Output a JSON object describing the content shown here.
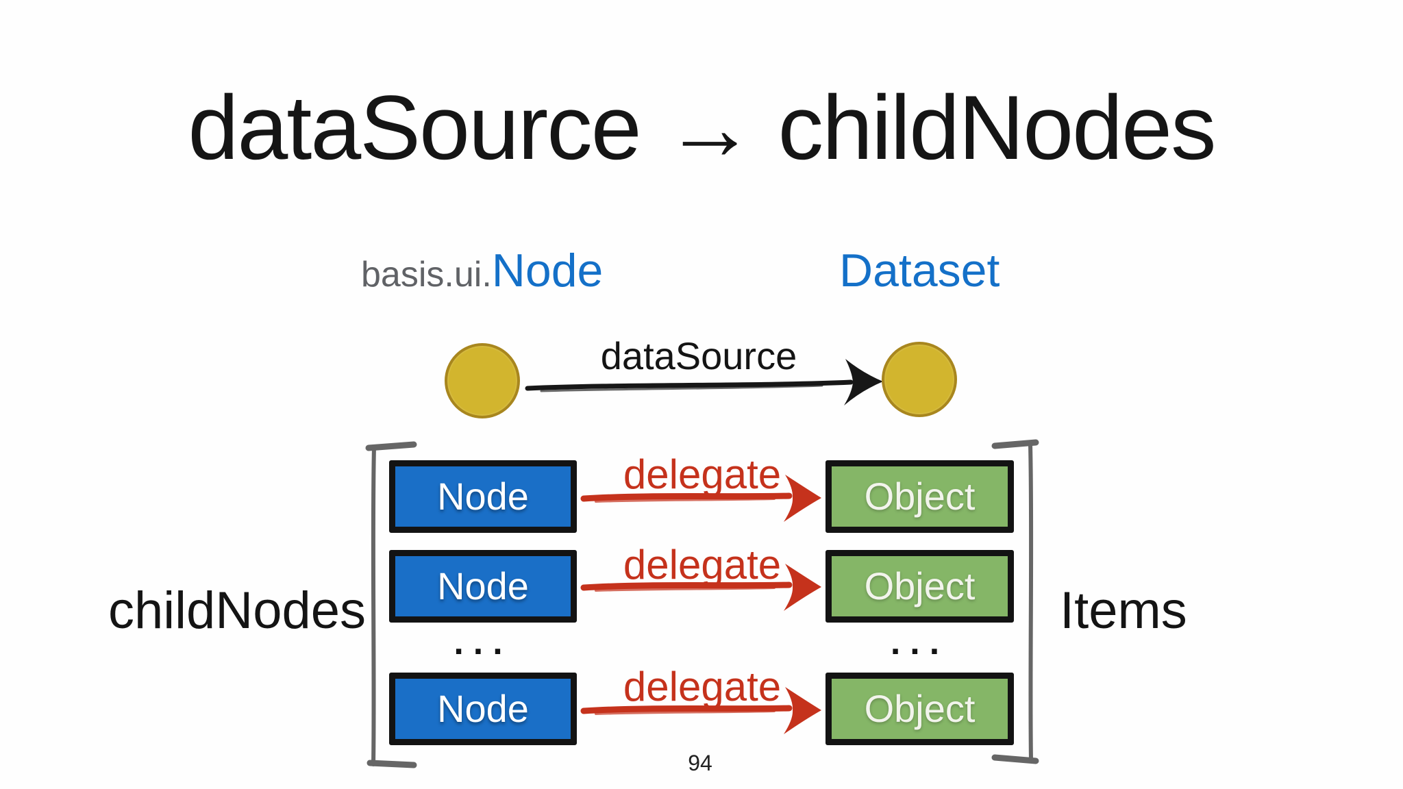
{
  "slide": {
    "title": "dataSource → childNodes",
    "page_number": "94"
  },
  "headings": {
    "left_prefix": "basis.ui.",
    "left_name": "Node",
    "right_name": "Dataset"
  },
  "datasource_link": {
    "label": "dataSource"
  },
  "delegate_links": [
    {
      "label": "delegate"
    },
    {
      "label": "delegate"
    },
    {
      "label": "delegate"
    }
  ],
  "left_group": {
    "bracket_label": "childNodes",
    "boxes": [
      "Node",
      "Node",
      "Node"
    ],
    "ellipsis": "..."
  },
  "right_group": {
    "bracket_label": "Items",
    "boxes": [
      "Object",
      "Object",
      "Object"
    ],
    "ellipsis": "..."
  },
  "colors": {
    "node_box_blue": "#1A6FC7",
    "object_box_green": "#85B667",
    "heading_blue": "#1470C8",
    "prefix_gray": "#606266",
    "delegate_red": "#C5321C",
    "circle_fill": "#D2B52E",
    "circle_border": "#A8861E",
    "bracket_gray": "#666666",
    "arrow_black": "#171717"
  }
}
